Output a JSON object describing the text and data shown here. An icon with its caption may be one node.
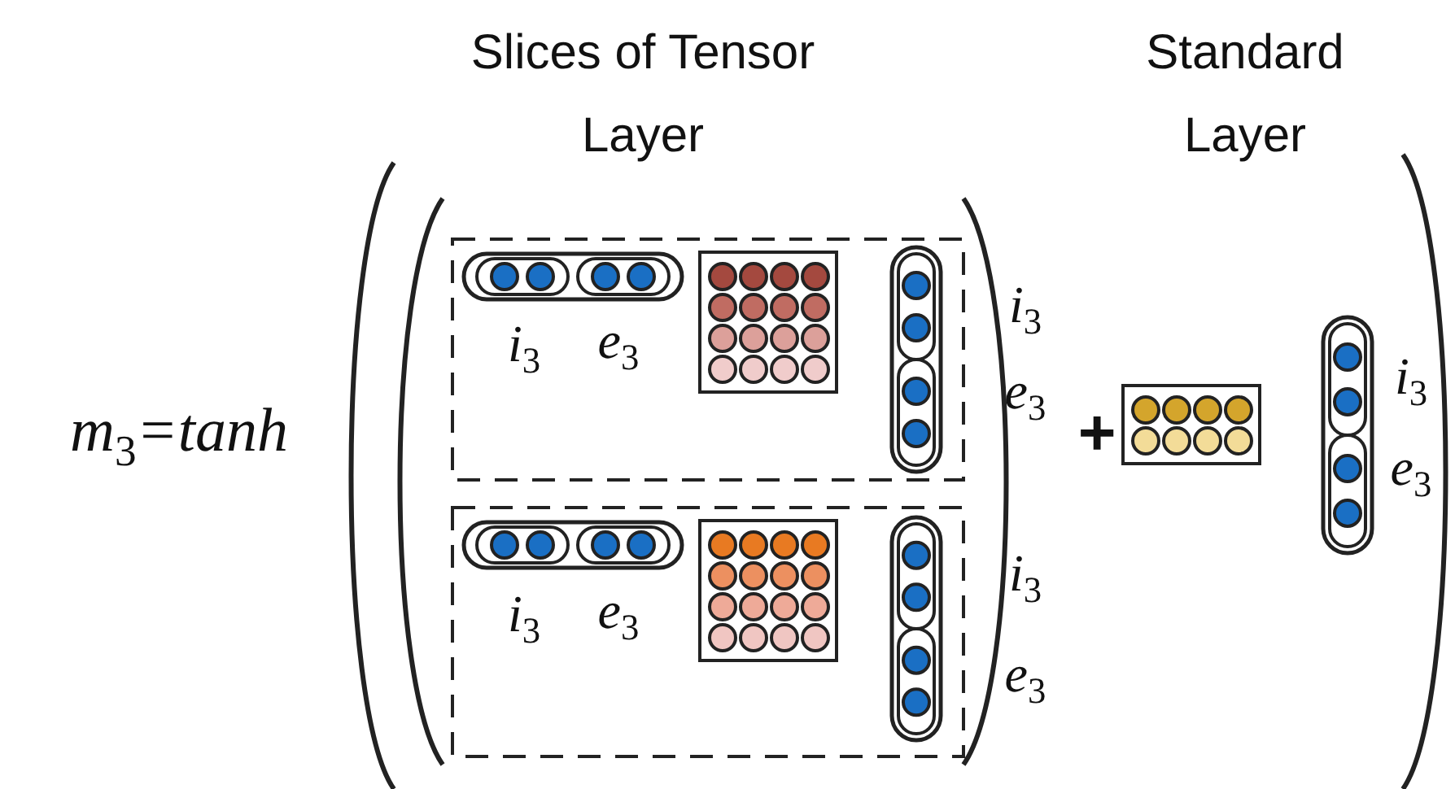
{
  "diagram": {
    "labels": [
      "Slices of Tensor Layer",
      "Standard Layer",
      "m$_{3}$=tanh",
      "i$_{3}$",
      "e$_{3}$",
      "i$_{3}$",
      "e$_{3}$",
      "+",
      "i$_{3}$",
      "e$_{3}$",
      "i$_{3}$",
      "e$_{3}$",
      "i$_{3}$",
      "e$_{3}$"
    ]
  }
}
